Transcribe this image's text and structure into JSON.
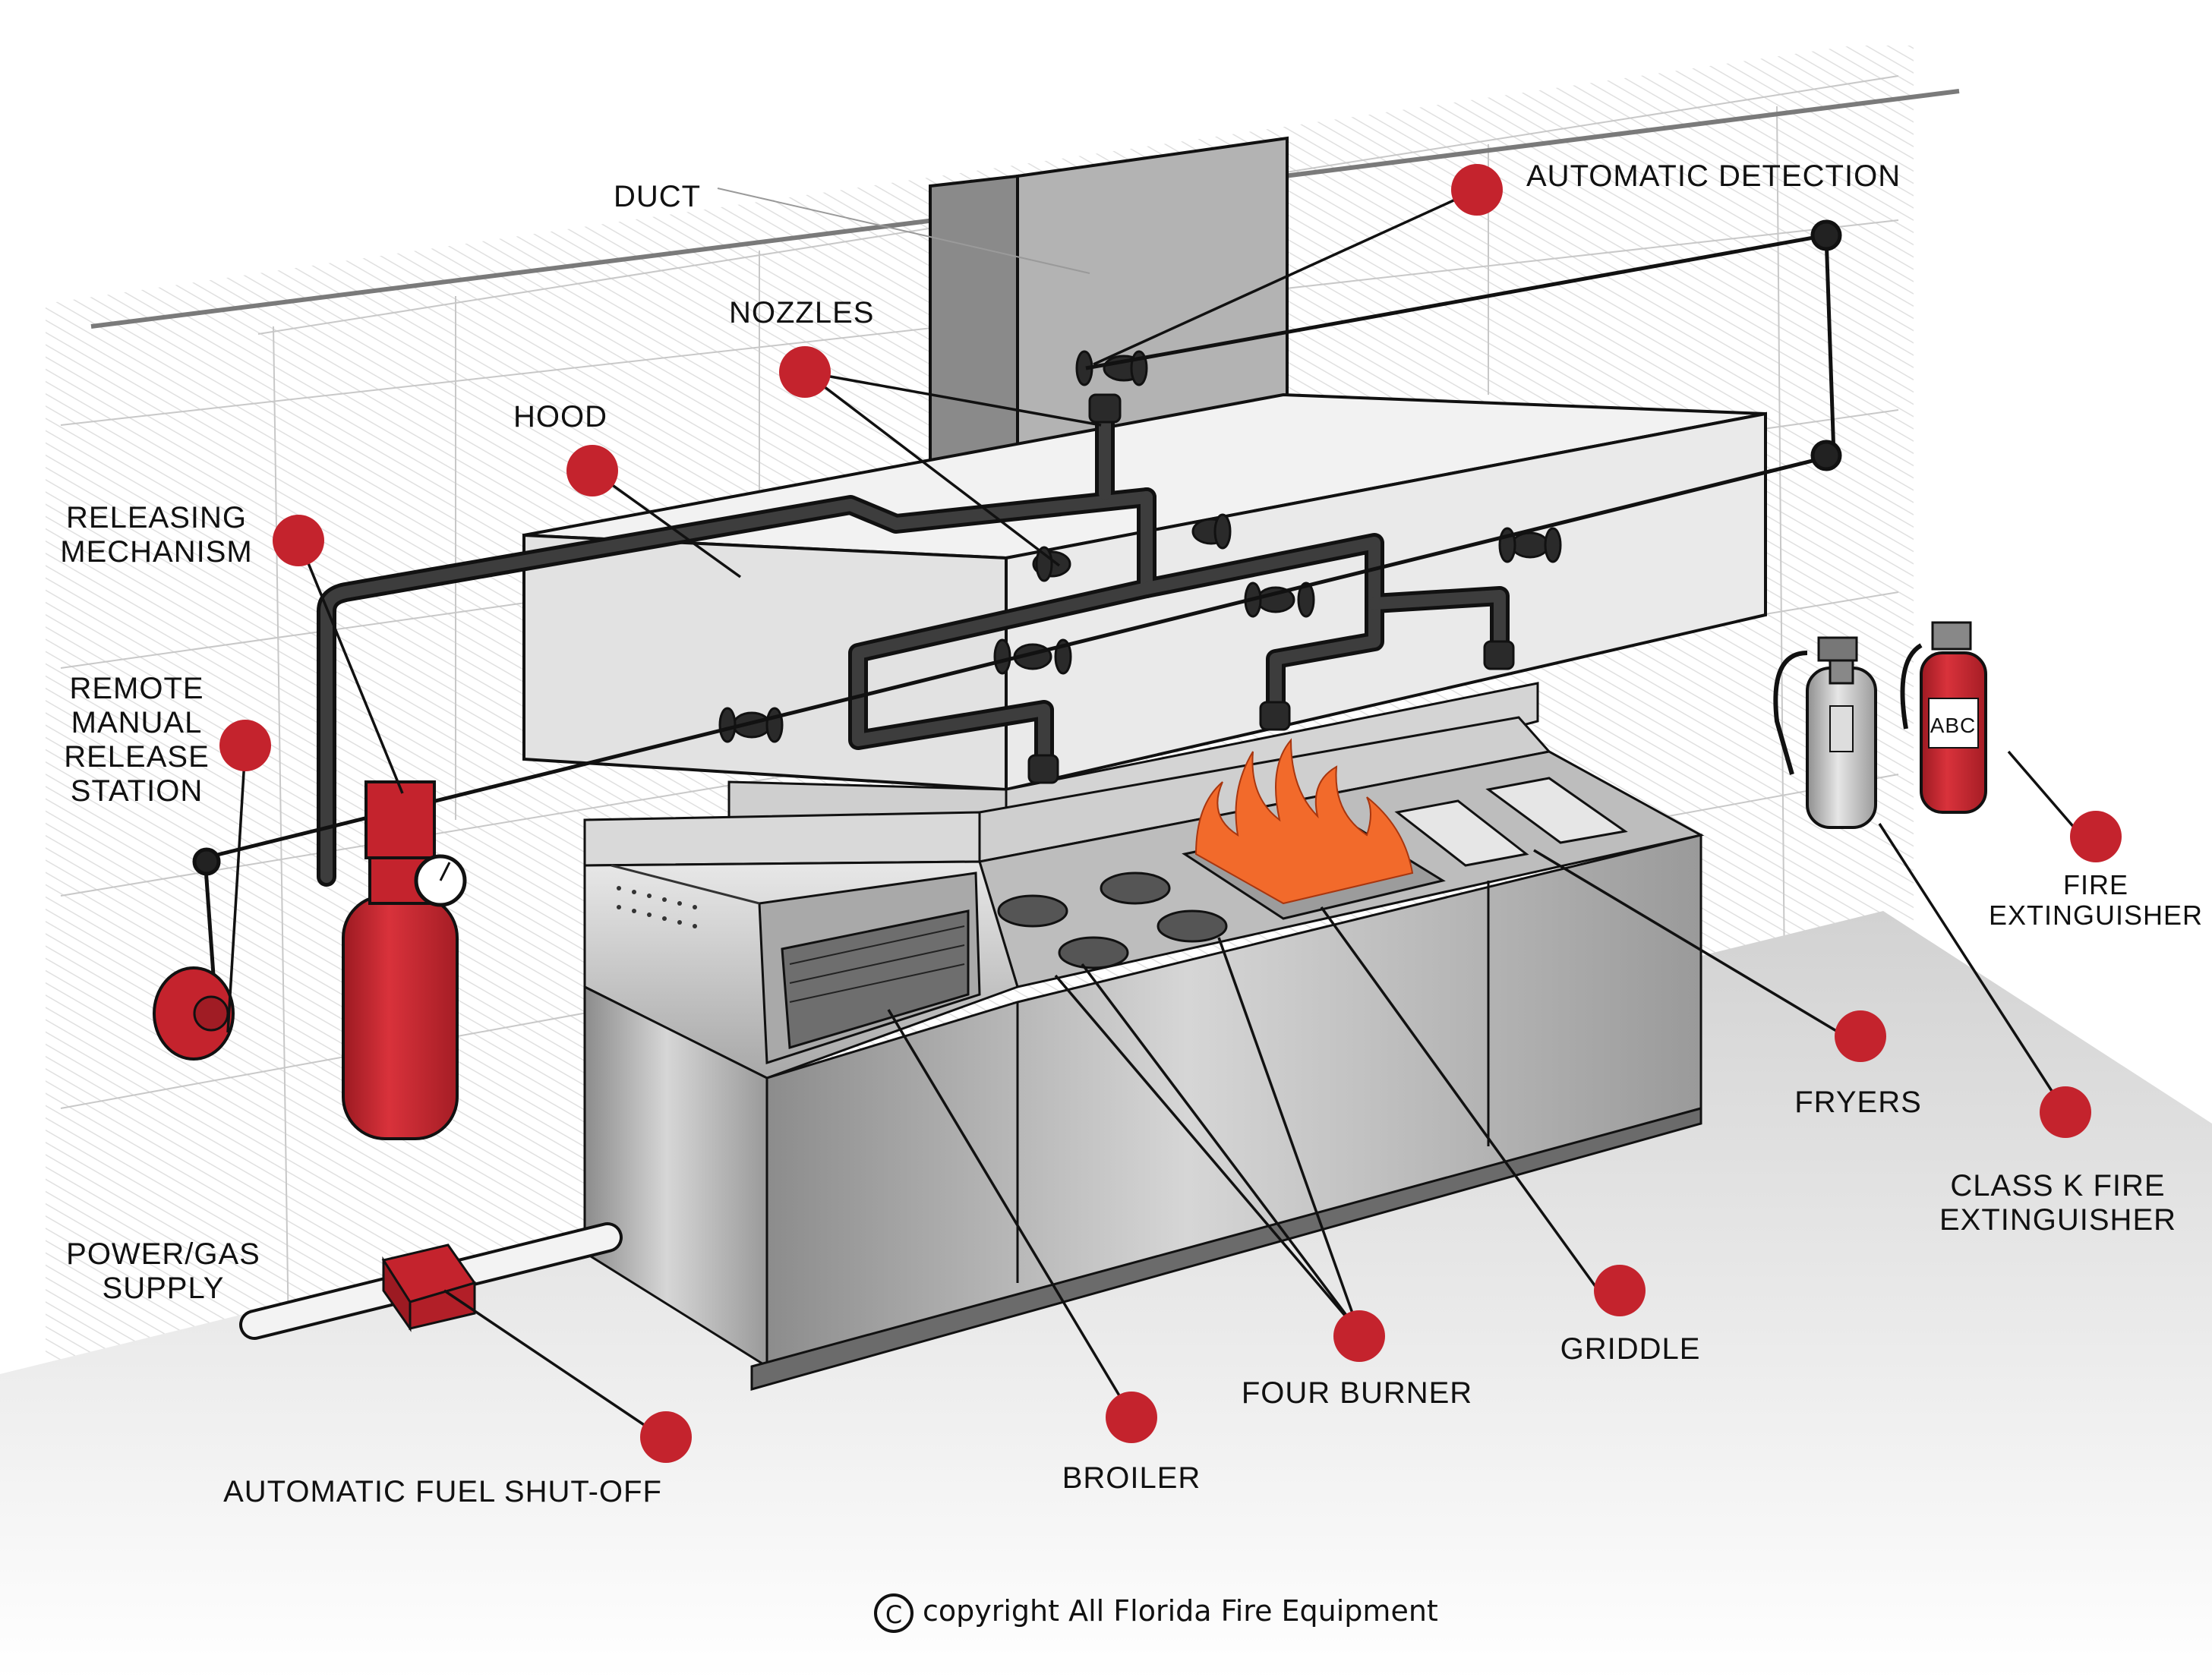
{
  "diagram": {
    "accent_color": "#c4232d",
    "flame_color": "#f26a2b",
    "labels": {
      "duct": "DUCT",
      "automatic_detection": "AUTOMATIC DETECTION",
      "nozzles": "NOZZLES",
      "hood": "HOOD",
      "releasing_mechanism_1": "RELEASING",
      "releasing_mechanism_2": "MECHANISM",
      "remote_1": "REMOTE",
      "remote_2": "MANUAL",
      "remote_3": "RELEASE",
      "remote_4": "STATION",
      "fire_extinguisher_1": "FIRE",
      "fire_extinguisher_2": "EXTINGUISHER",
      "fryers": "FRYERS",
      "class_k_1": "CLASS K FIRE",
      "class_k_2": "EXTINGUISHER",
      "griddle": "GRIDDLE",
      "four_burner": "FOUR BURNER",
      "broiler": "BROILER",
      "power_gas_1": "POWER/GAS",
      "power_gas_2": "SUPPLY",
      "fuel_shutoff": "AUTOMATIC FUEL SHUT-OFF",
      "abc": "ABC"
    },
    "copyright": "copyright All Florida Fire Equipment",
    "copyright_symbol": "C"
  }
}
